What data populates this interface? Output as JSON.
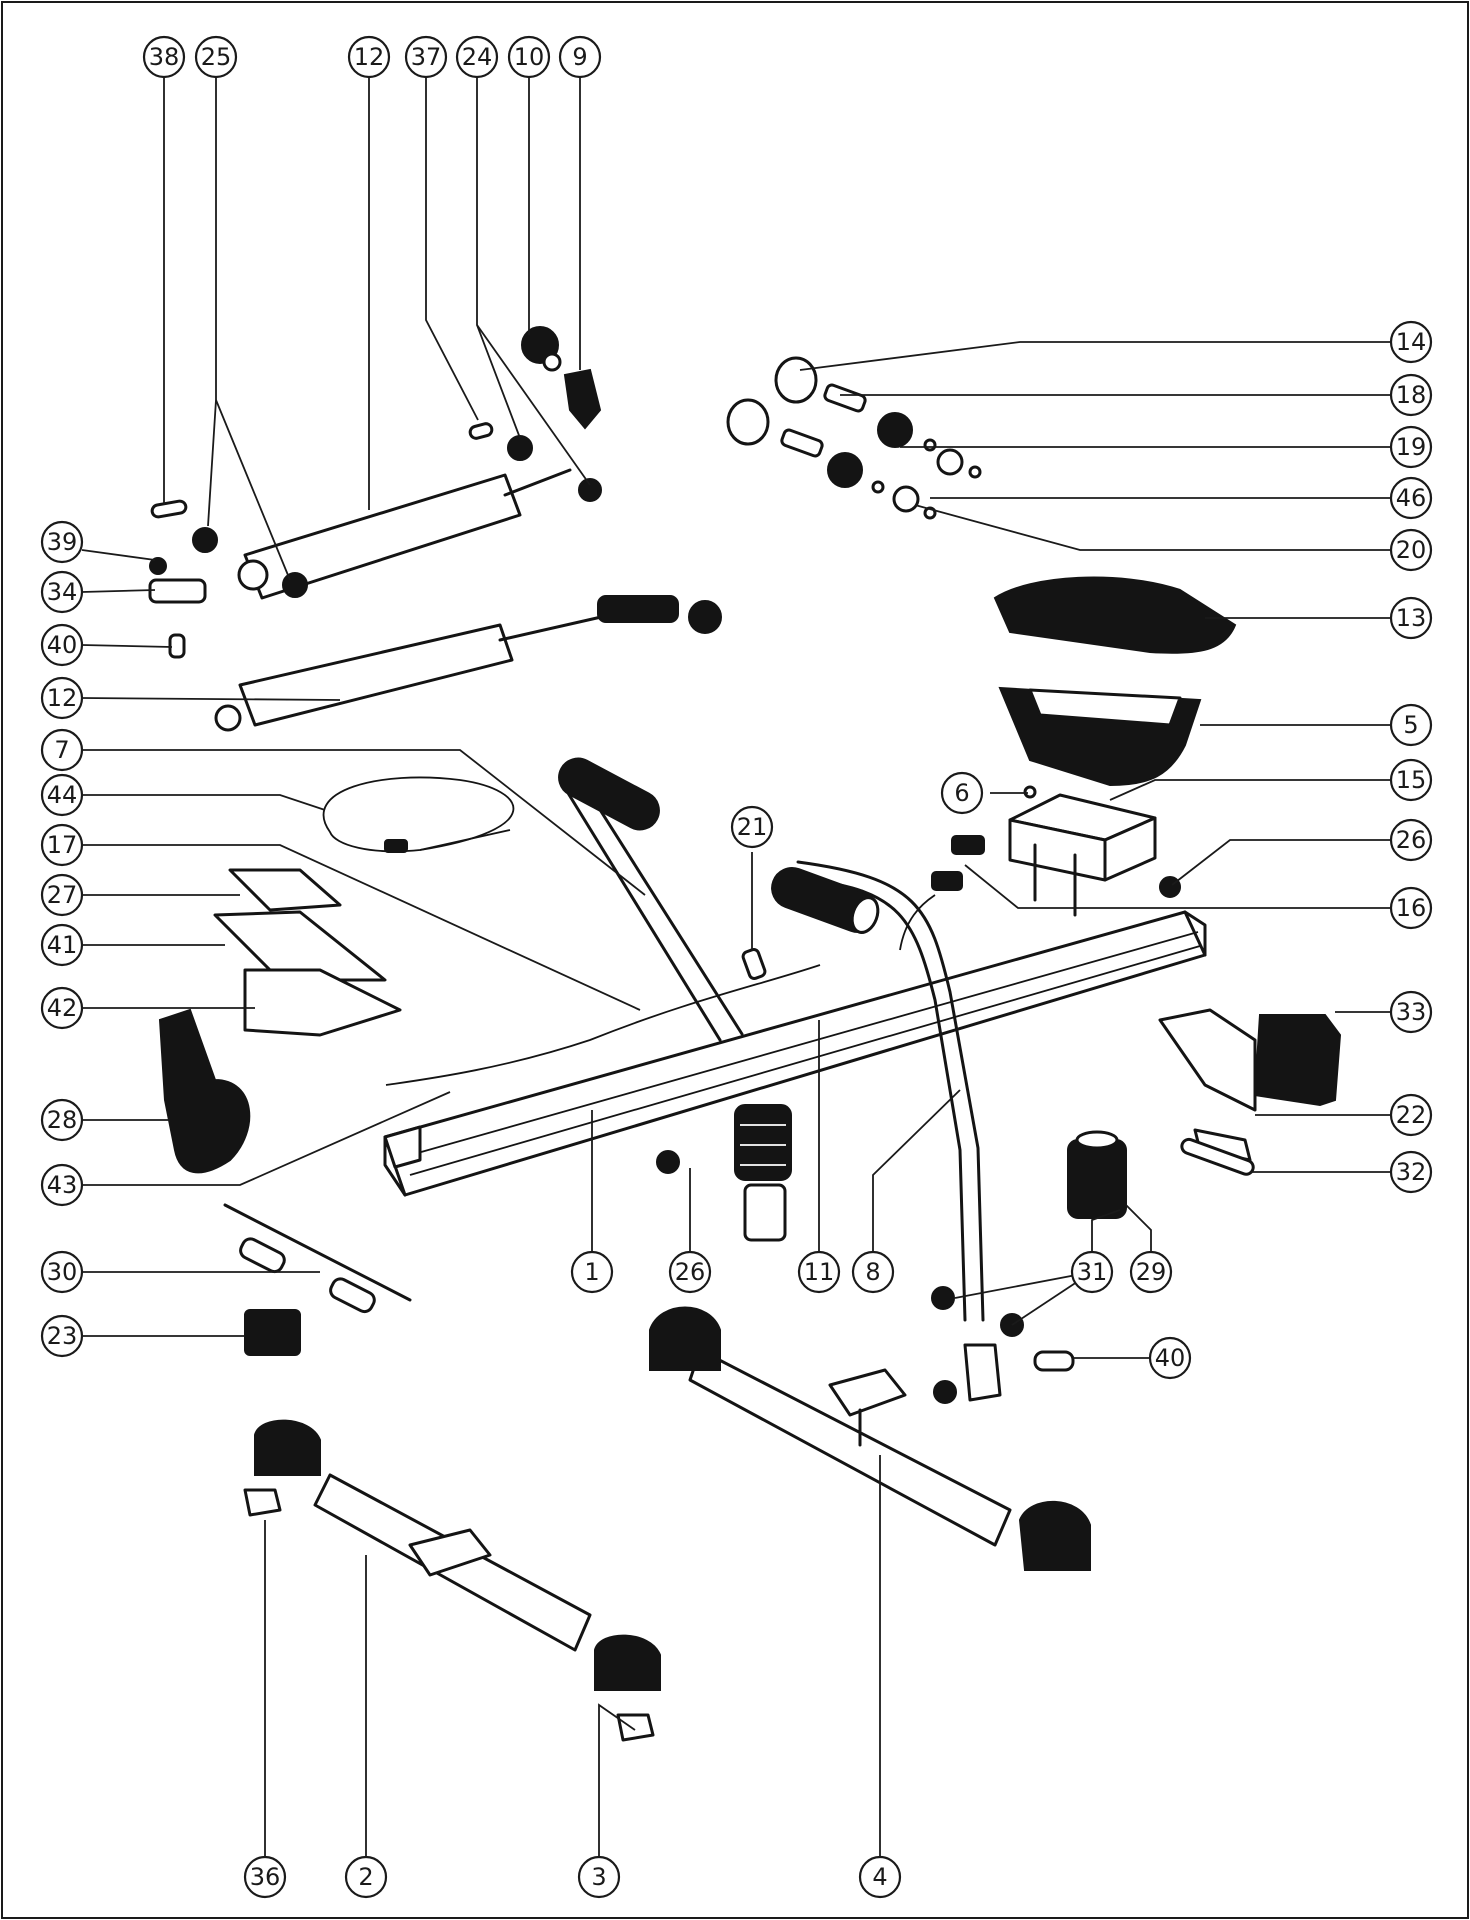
{
  "callouts": [
    {
      "num": "38"
    },
    {
      "num": "25"
    },
    {
      "num": "12"
    },
    {
      "num": "37"
    },
    {
      "num": "24"
    },
    {
      "num": "10"
    },
    {
      "num": "9"
    },
    {
      "num": "14"
    },
    {
      "num": "18"
    },
    {
      "num": "19"
    },
    {
      "num": "46"
    },
    {
      "num": "20"
    },
    {
      "num": "39"
    },
    {
      "num": "34"
    },
    {
      "num": "40"
    },
    {
      "num": "13"
    },
    {
      "num": "12"
    },
    {
      "num": "5"
    },
    {
      "num": "7"
    },
    {
      "num": "6"
    },
    {
      "num": "15"
    },
    {
      "num": "44"
    },
    {
      "num": "21"
    },
    {
      "num": "26"
    },
    {
      "num": "17"
    },
    {
      "num": "16"
    },
    {
      "num": "27"
    },
    {
      "num": "41"
    },
    {
      "num": "33"
    },
    {
      "num": "42"
    },
    {
      "num": "28"
    },
    {
      "num": "22"
    },
    {
      "num": "43"
    },
    {
      "num": "32"
    },
    {
      "num": "30"
    },
    {
      "num": "1"
    },
    {
      "num": "26"
    },
    {
      "num": "11"
    },
    {
      "num": "8"
    },
    {
      "num": "31"
    },
    {
      "num": "29"
    },
    {
      "num": "23"
    },
    {
      "num": "40"
    },
    {
      "num": "36"
    },
    {
      "num": "2"
    },
    {
      "num": "3"
    },
    {
      "num": "4"
    }
  ]
}
